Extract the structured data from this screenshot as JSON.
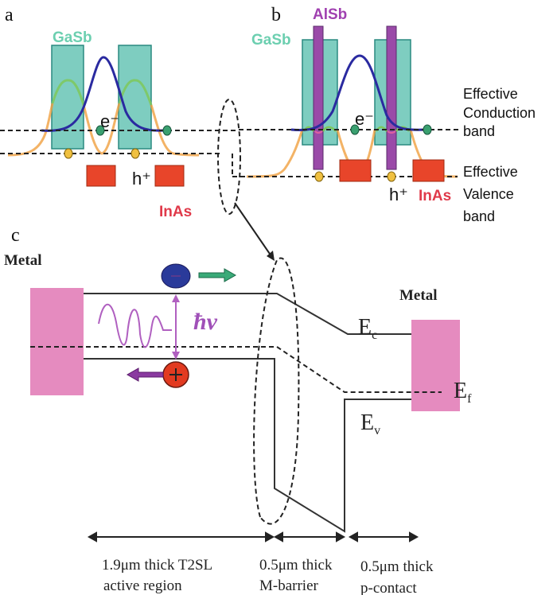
{
  "panels": {
    "a": {
      "label": "a",
      "barrier_material": "GaSb",
      "well_material": "InAs",
      "electron_label": "e⁻",
      "hole_label": "h⁺"
    },
    "b": {
      "label": "b",
      "barrier_material": "GaSb",
      "inserted_material": "AlSb",
      "well_material": "InAs",
      "electron_label": "e⁻",
      "hole_label": "h⁺",
      "conduction_band_label": [
        "Effective",
        "Conduction",
        "band"
      ],
      "valence_band_label": [
        "Effective",
        "Valence",
        "band"
      ]
    },
    "c": {
      "label": "c",
      "left_contact_label": "Metal",
      "right_contact_label": "Metal",
      "photon_label": "ħν",
      "ec_label": {
        "main": "E",
        "sub": "c"
      },
      "ef_label": {
        "main": "E",
        "sub": "f"
      },
      "ev_label": {
        "main": "E",
        "sub": "v"
      },
      "regions": [
        {
          "line1": "1.9μm thick T2SL",
          "line2": "active region"
        },
        {
          "line1": "0.5μm thick",
          "line2": "M-barrier"
        },
        {
          "line1": "0.5μm thick",
          "line2": "p-contact"
        }
      ]
    }
  },
  "colors": {
    "gasb": "#7ecdc0",
    "gasb_border": "#2a8a80",
    "alsb": "#9a4aa8",
    "inas": "#e8452a",
    "electron_wave": "#2a2aa0",
    "hole_wave": "#f0a040",
    "green_wave": "#7ec85a",
    "metal": "#e58bbf",
    "photon": "#b060c0",
    "electron": "#2a3a9a",
    "hole": "#e23a20",
    "electron_arrow": "#3aaa78",
    "hole_arrow": "#8a3aa0",
    "gasb_text": "#6ccfb0",
    "inas_text": "#e03a4a",
    "alsb_text": "#a040b0"
  }
}
